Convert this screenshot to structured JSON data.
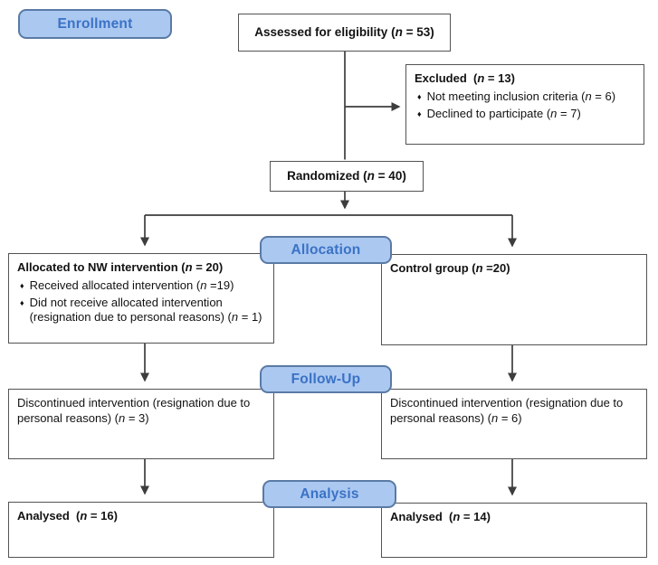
{
  "colors": {
    "stage_fill": "#abc8f1",
    "stage_border": "#5a7aa5",
    "stage_text": "#3a72c5",
    "box_border": "#535353",
    "line_color": "#3d3d3d",
    "text_color": "#121212"
  },
  "stages": {
    "enrollment": {
      "label": "Enrollment"
    },
    "allocation": {
      "label": "Allocation"
    },
    "followup": {
      "label": "Follow-Up"
    },
    "analysis": {
      "label": "Analysis"
    }
  },
  "boxes": {
    "assessed": {
      "title": "Assessed for eligibility (n = 53)"
    },
    "excluded": {
      "title": "Excluded  (n = 13)",
      "bullets": [
        "Not meeting inclusion criteria (n = 6)",
        "Declined to participate (n = 7)"
      ]
    },
    "randomized": {
      "title": "Randomized (n = 40)"
    },
    "allocated_left": {
      "title": "Allocated to NW intervention (n = 20)",
      "bullets": [
        "Received allocated intervention (n =19)",
        "Did not receive allocated intervention (resignation due to personal reasons) (n = 1)"
      ]
    },
    "control_right": {
      "title": "Control group (n =20)"
    },
    "followup_left": {
      "title": "Discontinued intervention (resignation due to personal reasons) (n = 3)"
    },
    "followup_right": {
      "title": "Discontinued intervention (resignation due to personal reasons) (n = 6)"
    },
    "analysed_left": {
      "title": "Analysed  (n = 16)"
    },
    "analysed_right": {
      "title": "Analysed  (n = 14)"
    }
  }
}
